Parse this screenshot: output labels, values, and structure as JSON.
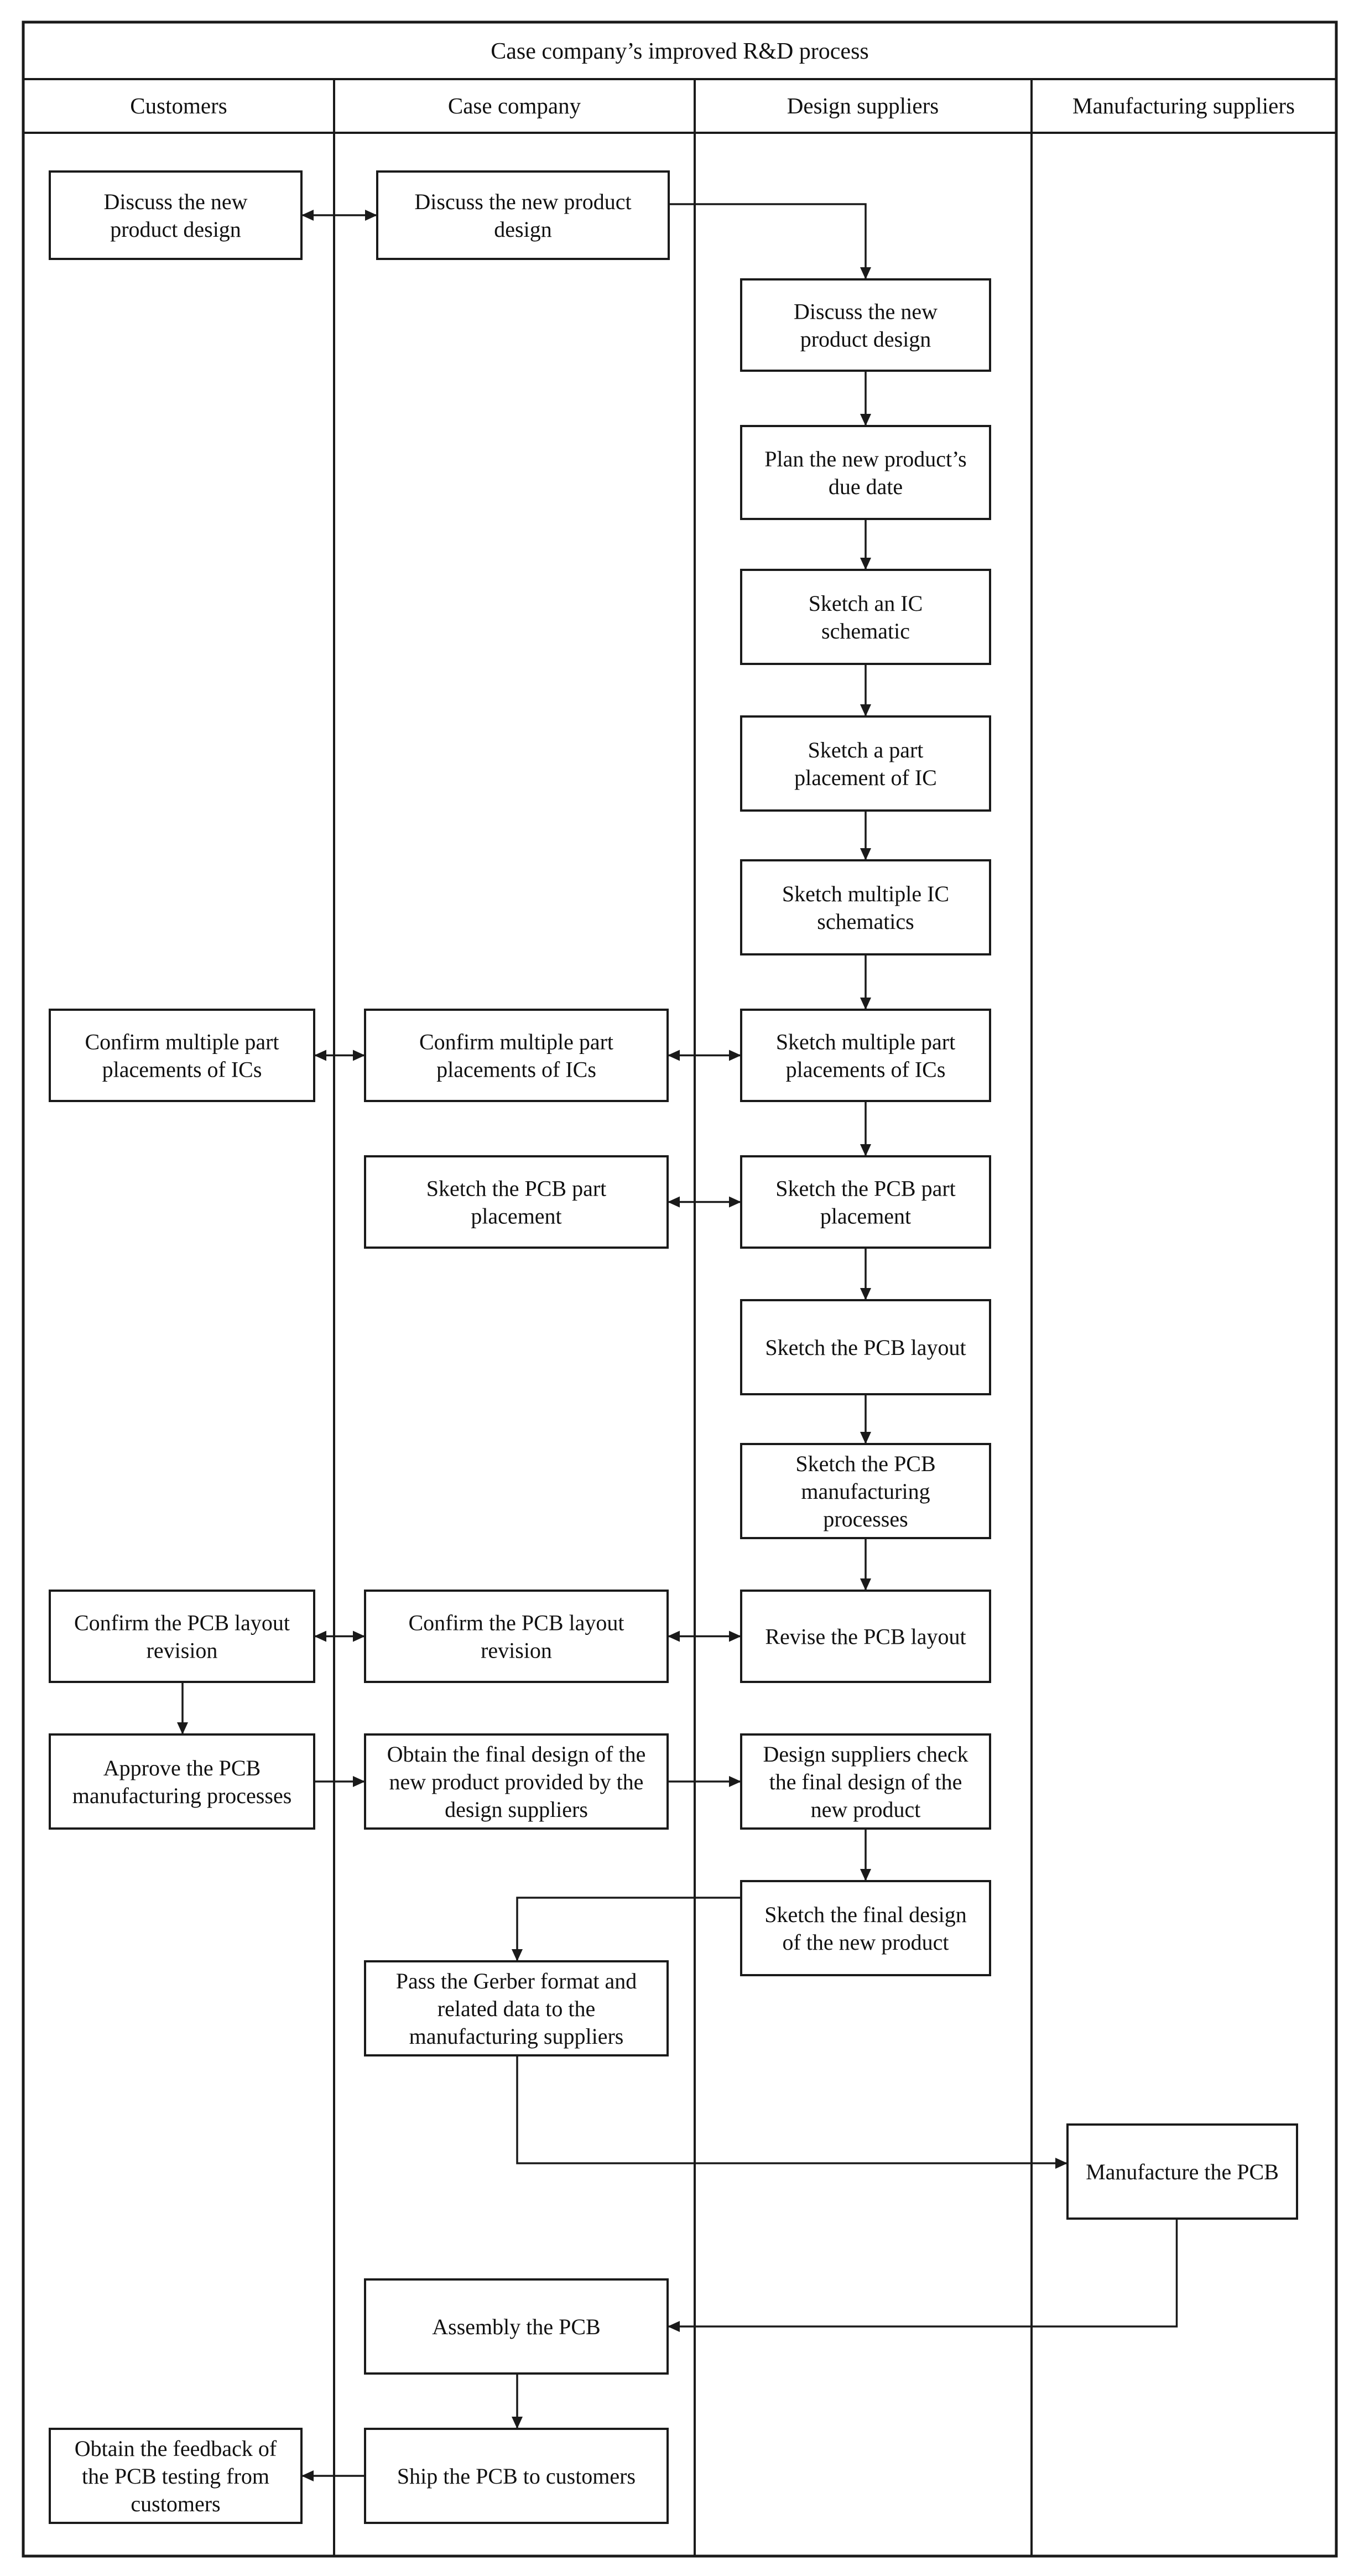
{
  "title": "Case company’s improved R&D process",
  "lanes": [
    {
      "id": "customers",
      "label": "Customers"
    },
    {
      "id": "company",
      "label": "Case company"
    },
    {
      "id": "design",
      "label": "Design suppliers"
    },
    {
      "id": "mfg",
      "label": "Manufacturing suppliers"
    }
  ],
  "steps": [
    {
      "id": "c1",
      "lane": "customers",
      "lines": [
        "Discuss the new",
        "product design"
      ]
    },
    {
      "id": "k1",
      "lane": "company",
      "lines": [
        "Discuss the new product",
        "design"
      ]
    },
    {
      "id": "d1",
      "lane": "design",
      "lines": [
        "Discuss the new",
        "product design"
      ]
    },
    {
      "id": "d2",
      "lane": "design",
      "lines": [
        "Plan the new product’s",
        "due date"
      ]
    },
    {
      "id": "d3",
      "lane": "design",
      "lines": [
        "Sketch an IC",
        "schematic"
      ]
    },
    {
      "id": "d4",
      "lane": "design",
      "lines": [
        "Sketch a part",
        "placement of IC"
      ]
    },
    {
      "id": "d5",
      "lane": "design",
      "lines": [
        "Sketch multiple IC",
        "schematics"
      ]
    },
    {
      "id": "c2",
      "lane": "customers",
      "lines": [
        "Confirm multiple part",
        "placements of ICs"
      ]
    },
    {
      "id": "k2",
      "lane": "company",
      "lines": [
        "Confirm multiple part",
        "placements of ICs"
      ]
    },
    {
      "id": "d6",
      "lane": "design",
      "lines": [
        "Sketch multiple part",
        "placements of ICs"
      ]
    },
    {
      "id": "k3",
      "lane": "company",
      "lines": [
        "Sketch the PCB part",
        "placement"
      ]
    },
    {
      "id": "d7",
      "lane": "design",
      "lines": [
        "Sketch the PCB part",
        "placement"
      ]
    },
    {
      "id": "d8",
      "lane": "design",
      "lines": [
        "Sketch the PCB layout"
      ]
    },
    {
      "id": "d9",
      "lane": "design",
      "lines": [
        "Sketch the PCB",
        "manufacturing",
        "processes"
      ]
    },
    {
      "id": "c3",
      "lane": "customers",
      "lines": [
        "Confirm the PCB layout",
        "revision"
      ]
    },
    {
      "id": "k4",
      "lane": "company",
      "lines": [
        "Confirm the PCB layout",
        "revision"
      ]
    },
    {
      "id": "d10",
      "lane": "design",
      "lines": [
        "Revise the PCB layout"
      ]
    },
    {
      "id": "c4",
      "lane": "customers",
      "lines": [
        "Approve the PCB",
        "manufacturing processes"
      ]
    },
    {
      "id": "k5",
      "lane": "company",
      "lines": [
        "Obtain the final design of the",
        "new product provided by the",
        "design suppliers"
      ]
    },
    {
      "id": "d11",
      "lane": "design",
      "lines": [
        "Design suppliers check",
        "the final design of the",
        "new product"
      ]
    },
    {
      "id": "d12",
      "lane": "design",
      "lines": [
        "Sketch the final design",
        "of the new product"
      ]
    },
    {
      "id": "k6",
      "lane": "company",
      "lines": [
        "Pass the Gerber format and",
        "related data to the",
        "manufacturing suppliers"
      ]
    },
    {
      "id": "m1",
      "lane": "mfg",
      "lines": [
        "Manufacture the PCB"
      ]
    },
    {
      "id": "k7",
      "lane": "company",
      "lines": [
        "Assembly the PCB"
      ]
    },
    {
      "id": "k8",
      "lane": "company",
      "lines": [
        "Ship the PCB to customers"
      ]
    },
    {
      "id": "c5",
      "lane": "customers",
      "lines": [
        "Obtain the feedback of",
        "the PCB testing from",
        "customers"
      ]
    }
  ],
  "edges": [
    {
      "from": "c1",
      "to": "k1",
      "bidirectional": true
    },
    {
      "from": "k1",
      "to": "d1"
    },
    {
      "from": "d1",
      "to": "d2"
    },
    {
      "from": "d2",
      "to": "d3"
    },
    {
      "from": "d3",
      "to": "d4"
    },
    {
      "from": "d4",
      "to": "d5"
    },
    {
      "from": "d5",
      "to": "d6"
    },
    {
      "from": "c2",
      "to": "k2",
      "bidirectional": true
    },
    {
      "from": "k2",
      "to": "d6",
      "bidirectional": true
    },
    {
      "from": "d6",
      "to": "d7"
    },
    {
      "from": "k3",
      "to": "d7",
      "bidirectional": true
    },
    {
      "from": "d7",
      "to": "d8"
    },
    {
      "from": "d8",
      "to": "d9"
    },
    {
      "from": "d9",
      "to": "d10"
    },
    {
      "from": "c3",
      "to": "k4",
      "bidirectional": true
    },
    {
      "from": "k4",
      "to": "d10",
      "bidirectional": true
    },
    {
      "from": "c3",
      "to": "c4"
    },
    {
      "from": "c4",
      "to": "k5"
    },
    {
      "from": "k5",
      "to": "d11"
    },
    {
      "from": "d11",
      "to": "d12"
    },
    {
      "from": "d12",
      "to": "k6"
    },
    {
      "from": "k6",
      "to": "m1"
    },
    {
      "from": "m1",
      "to": "k7"
    },
    {
      "from": "k7",
      "to": "k8"
    },
    {
      "from": "k8",
      "to": "c5"
    }
  ]
}
